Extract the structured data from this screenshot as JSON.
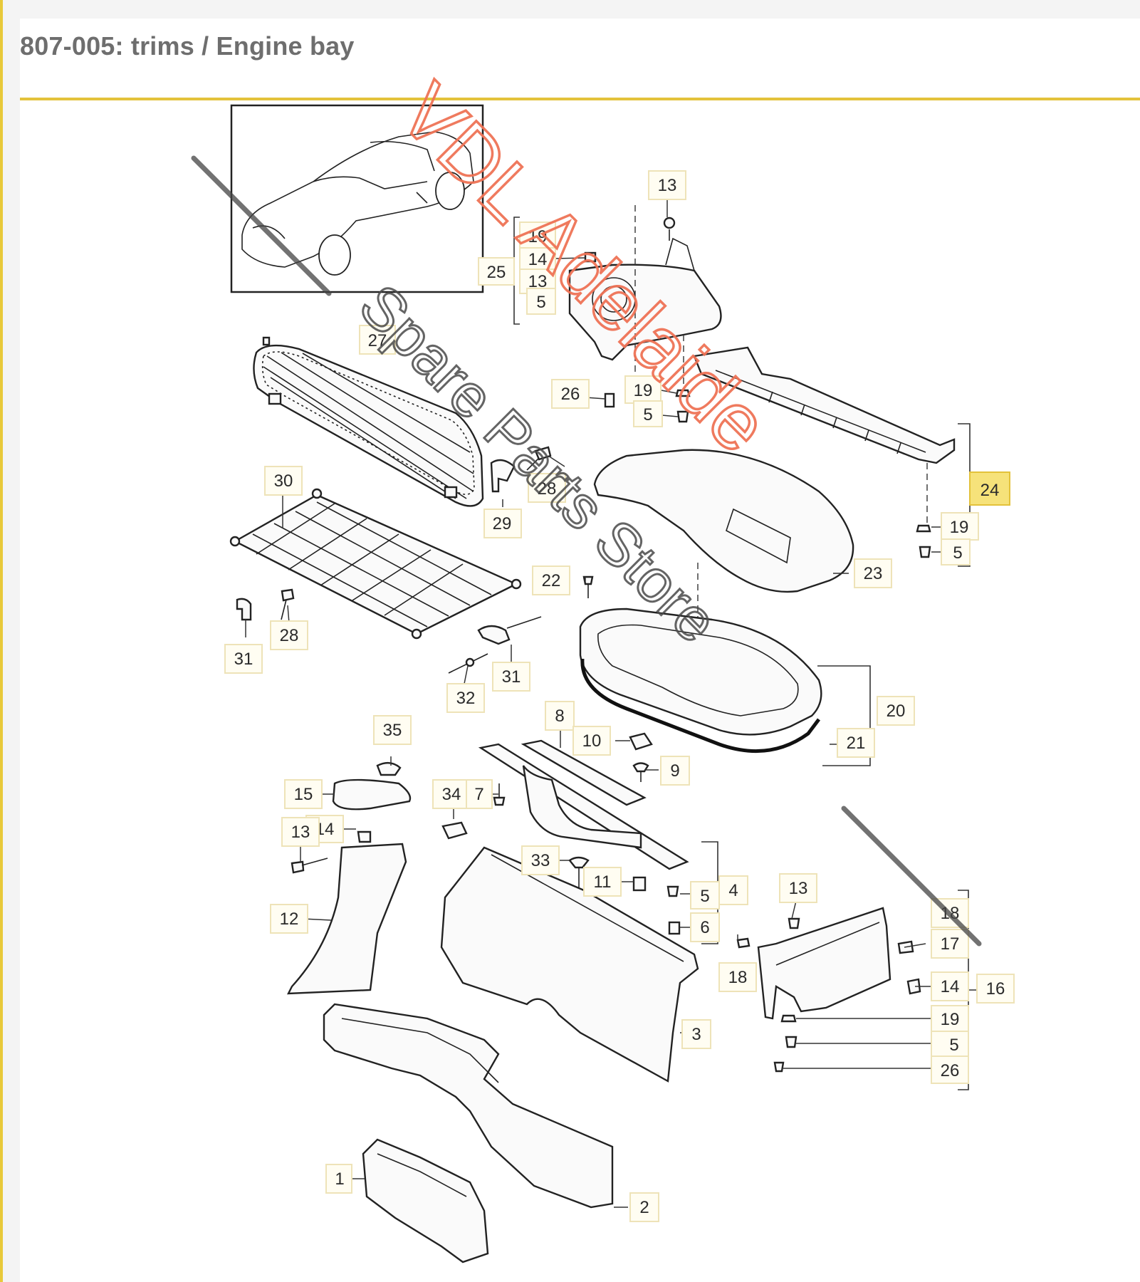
{
  "page": {
    "title": "807-005: trims / Engine bay"
  },
  "diagram": {
    "highlight_color": "#f6e27a",
    "accent_color": "#e3c23b",
    "labels": {
      "p13a": "13",
      "p19a": "19",
      "p14a": "14",
      "p13b": "13",
      "p25": "25",
      "p5a": "5",
      "p27": "27",
      "p26a": "26",
      "p19b": "19",
      "p5b": "5",
      "p24": "24",
      "p19c": "19",
      "p5c": "5",
      "p23": "23",
      "p30": "30",
      "p29": "29",
      "p28a": "28",
      "p22": "22",
      "p28b": "28",
      "p31a": "31",
      "p31b": "31",
      "p32": "32",
      "p20": "20",
      "p21": "21",
      "p35": "35",
      "p8": "8",
      "p10": "10",
      "p9": "9",
      "p15": "15",
      "p34": "34",
      "p7": "7",
      "p14b": "14",
      "p13c": "13",
      "p33": "33",
      "p11": "11",
      "p5d": "5",
      "p4": "4",
      "p6": "6",
      "p12": "12",
      "p13d": "13",
      "p18a": "18",
      "p17": "17",
      "p18b": "18",
      "p14c": "14",
      "p16": "16",
      "p19d": "19",
      "p5e": "5",
      "p26b": "26",
      "p3": "3",
      "p1": "1",
      "p2": "2"
    }
  },
  "watermark": {
    "line1": "VDL Adelaide",
    "line2": "Spare Parts Store"
  }
}
